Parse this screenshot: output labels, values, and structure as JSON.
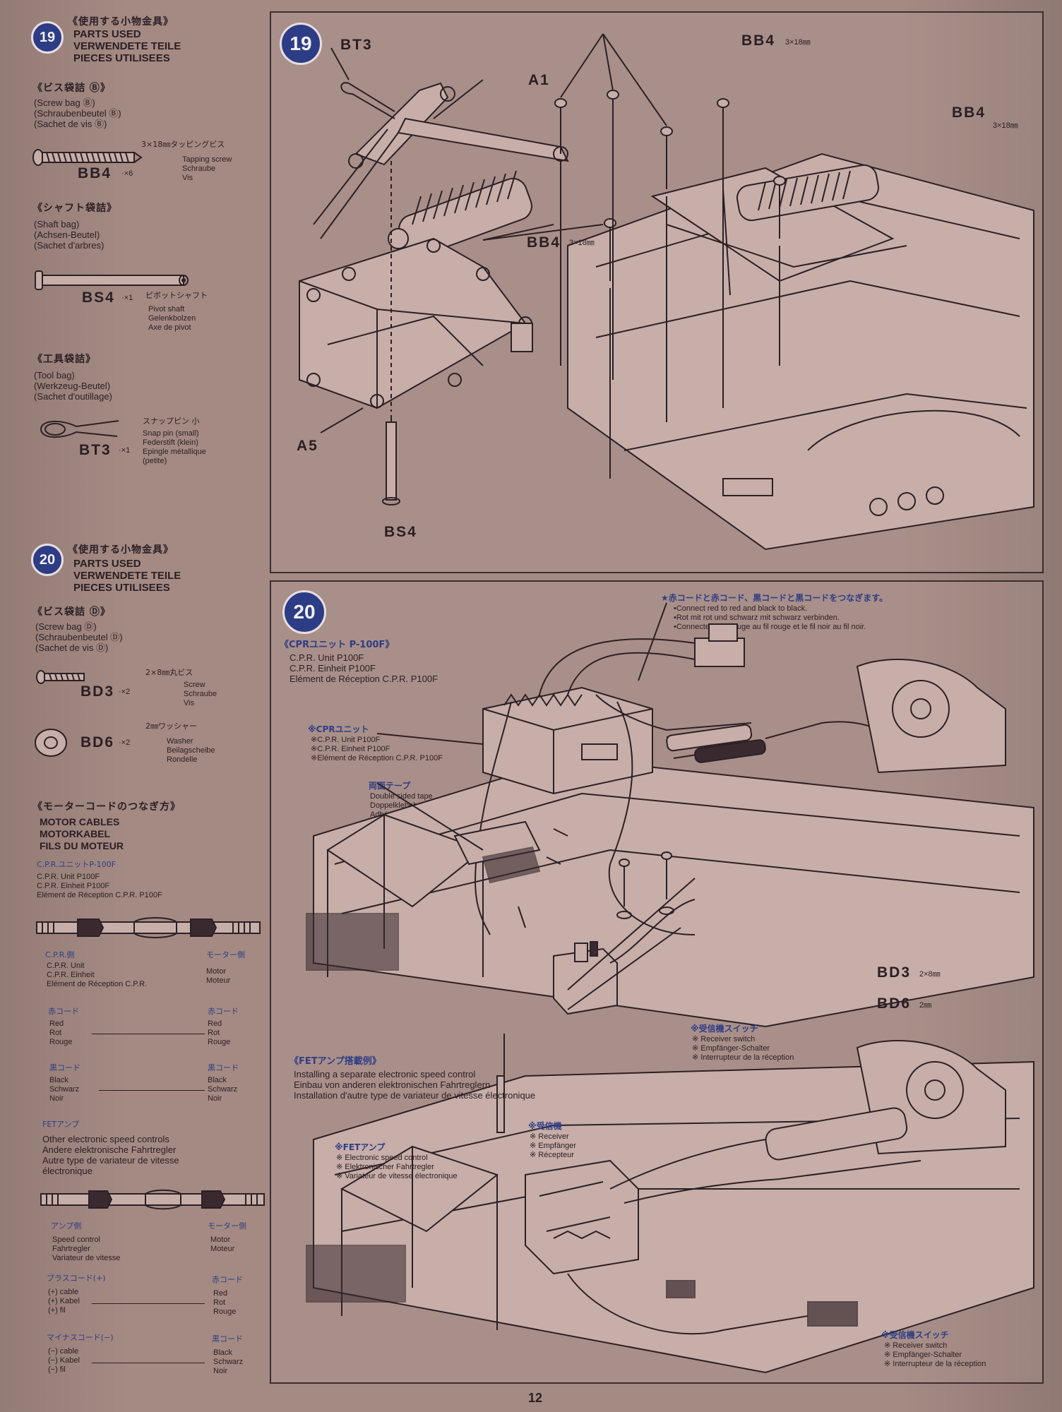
{
  "sidebar": {
    "step19": {
      "number": "19",
      "parts_used_jp": "《使用する小物金具》",
      "parts_used": [
        "PARTS USED",
        "VERWENDETE TEILE",
        "PIECES UTILISEES"
      ],
      "screw_bag": {
        "jp": "《ビス袋詰 Ⓑ》",
        "names": [
          "(Screw bag Ⓑ)",
          "(Schraubenbeutel Ⓑ)",
          "(Sachet de vis Ⓑ)"
        ],
        "item_code": "BB4",
        "qty": "·×6",
        "size_jp": "3×18㎜タッピングビス",
        "desc": [
          "Tapping screw",
          "Schraube",
          "Vis"
        ]
      },
      "shaft_bag": {
        "jp": "《シャフト袋詰》",
        "names": [
          "(Shaft bag)",
          "(Achsen-Beutel)",
          "(Sachet d'arbres)"
        ],
        "item_code": "BS4",
        "qty": "·×1",
        "size_jp": "ピボットシャフト",
        "desc": [
          "Pivot shaft",
          "Gelenkbolzen",
          "Axe de pivot"
        ]
      },
      "tool_bag": {
        "jp": "《工具袋詰》",
        "names": [
          "(Tool bag)",
          "(Werkzeug-Beutel)",
          "(Sachet d'outillage)"
        ],
        "item_code": "BT3",
        "qty": "·×1",
        "size_jp": "スナップピン 小",
        "desc": [
          "Snap pin (small)",
          "Federstift (klein)",
          "Epingle métallique",
          "(petite)"
        ]
      }
    },
    "step20": {
      "number": "20",
      "parts_used_jp": "《使用する小物金具》",
      "parts_used": [
        "PARTS USED",
        "VERWENDETE TEILE",
        "PIECES UTILISEES"
      ],
      "screw_bag": {
        "jp": "《ビス袋詰 Ⓓ》",
        "names": [
          "(Screw bag Ⓓ)",
          "(Schraubenbeutel Ⓓ)",
          "(Sachet de vis Ⓓ)"
        ],
        "screw": {
          "code": "BD3",
          "qty": "·×2",
          "size_jp": "2×8㎜丸ビス",
          "desc": [
            "Screw",
            "Schraube",
            "Vis"
          ]
        },
        "washer": {
          "code": "BD6",
          "qty": "·×2",
          "size_jp": "2㎜ワッシャー",
          "desc": [
            "Washer",
            "Beilagscheibe",
            "Rondelle"
          ]
        }
      },
      "motor_cables": {
        "jp": "《モーターコードのつなぎ方》",
        "titles": [
          "MOTOR CABLES",
          "MOTORKABEL",
          "FILS DU MOTEUR"
        ],
        "cpr_jp": "C.P.R.ユニットP-100F",
        "cpr": [
          "C.P.R. Unit P100F",
          "C.P.R. Einheit P100F",
          "Elément de Réception C.P.R. P100F"
        ],
        "left_jp": "C.P.R.側",
        "left": [
          "C.P.R. Unit",
          "C.P.R. Einheit",
          "Elément de Réception C.P.R."
        ],
        "right_jp": "モーター側",
        "right": [
          "Motor",
          "Moteur"
        ],
        "red_jp": "赤コード",
        "red": [
          "Red",
          "Rot",
          "Rouge"
        ],
        "black_jp": "黒コード",
        "black": [
          "Black",
          "Schwarz",
          "Noir"
        ],
        "fet_jp": "FETアンプ",
        "fet": [
          "Other electronic speed controls",
          "Andere elektronische Fahrtregler",
          "Autre type de variateur de vitesse",
          "électronique"
        ],
        "amp_jp": "アンプ側",
        "amp": [
          "Speed control",
          "Fahrtregler",
          "Variateur de vitesse"
        ],
        "motor_jp": "モーター側",
        "motor": [
          "Motor",
          "Moteur"
        ],
        "plus_jp": "プラスコード(+)",
        "plus": [
          "(+) cable",
          "(+) Kabel",
          "(+) fil"
        ],
        "minus_jp": "マイナスコード(−)",
        "minus": [
          "(−) cable",
          "(−) Kabel",
          "(−) fil"
        ],
        "red2_jp": "赤コード",
        "red2": [
          "Red",
          "Rot",
          "Rouge"
        ],
        "black2_jp": "黒コード",
        "black2": [
          "Black",
          "Schwarz",
          "Noir"
        ]
      }
    }
  },
  "panel19": {
    "number": "19",
    "labels": {
      "bt3": "BT3",
      "a1": "A1",
      "a5": "A5",
      "bs4": "BS4",
      "bb4": "BB4",
      "bb4_size": "3×18㎜"
    }
  },
  "panel20": {
    "number": "20",
    "cpr_jp": "《CPRユニット P-100F》",
    "cpr": [
      "C.P.R. Unit P100F",
      "C.P.R. Einheit P100F",
      "Elément de Réception C.P.R. P100F"
    ],
    "note_jp": "★赤コードと赤コード、黒コードと黒コードをつなぎます。",
    "note": [
      "•Connect red to red and black to black.",
      "•Rot mit rot und schwarz mit schwarz verbinden.",
      "•Connecter le fil rouge au fil rouge et le fil noir au fil noir."
    ],
    "unit_jp": "※CPRユニット",
    "unit": [
      "※C.P.R. Unit P100F",
      "※C.P.R. Einheit P100F",
      "※Elément de Réception C.P.R. P100F"
    ],
    "tape_jp": "両面テープ",
    "tape": [
      "Double sided tape",
      "Doppelklebeband",
      "Adhésif double face"
    ],
    "bd3": "BD3",
    "bd3_size": "2×8㎜",
    "bd6": "BD6",
    "bd6_size": "2㎜",
    "switch_jp": "※受信機スイッチ",
    "switch": [
      "※ Receiver switch",
      "※ Empfänger-Schalter",
      "※ Interrupteur de la réception"
    ],
    "fet_jp": "《FETアンプ搭載例》",
    "fet": [
      "Installing a separate electronic speed control",
      "Einbau von anderen elektronischen Fahrtreglern",
      "Installation d'autre type de variateur de vitesse électronique"
    ],
    "esc_jp": "※FETアンプ",
    "esc": [
      "※ Electronic speed control",
      "※ Elektronischer Fahrtregler",
      "※ Variateur de vitesse électronique"
    ],
    "rx_jp": "※受信機",
    "rx": [
      "※ Receiver",
      "※ Empfänger",
      "※ Récepteur"
    ],
    "switch2_jp": "※受信機スイッチ",
    "switch2": [
      "※ Receiver switch",
      "※ Empfänger-Schalter",
      "※ Interrupteur de la réception"
    ]
  },
  "footer": {
    "page_number": "12"
  },
  "colors": {
    "accent": "#2c3d86",
    "paper": "#a48a83",
    "ink": "#2a1e24"
  }
}
